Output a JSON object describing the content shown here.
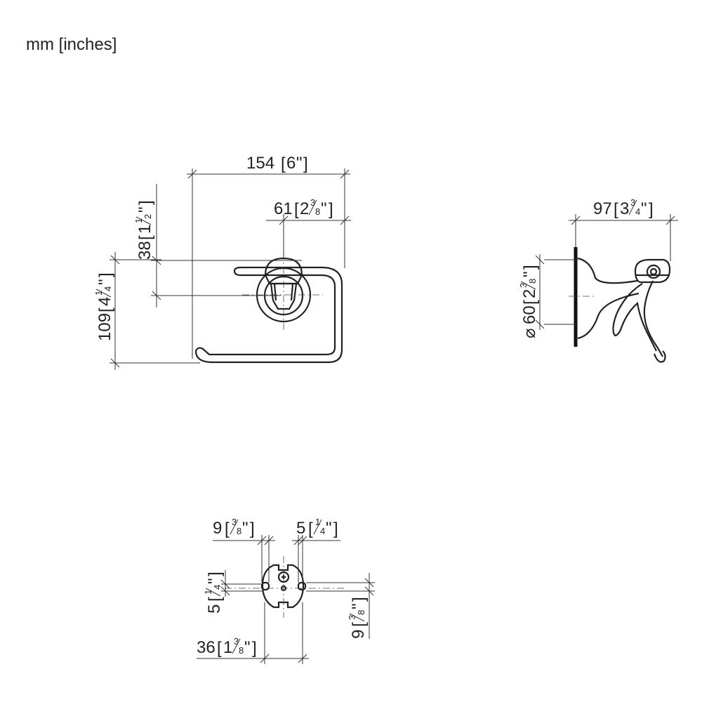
{
  "unit_label": "mm [inches]",
  "front_view": {
    "width": {
      "mm": "154",
      "whole": "6",
      "num": "",
      "den": "",
      "inch": "\""
    },
    "center_to_end": {
      "mm": "61",
      "whole": "2",
      "num": "3",
      "den": "8",
      "inch": "\""
    },
    "offset_height": {
      "mm": "38",
      "whole": "1",
      "num": "1",
      "den": "2",
      "inch": "\""
    },
    "height": {
      "mm": "109",
      "whole": "4",
      "num": "1",
      "den": "4",
      "inch": "\""
    }
  },
  "side_view": {
    "projection": {
      "mm": "97",
      "whole": "3",
      "num": "3",
      "den": "4",
      "inch": "\""
    },
    "rosette_diameter": {
      "symbol": "⌀",
      "mm": "60",
      "whole": "2",
      "num": "3",
      "den": "8",
      "inch": "\""
    }
  },
  "mounting_plate": {
    "slot_width": {
      "mm": "9",
      "num": "3",
      "den": "8",
      "inch": "\""
    },
    "hole_offset": {
      "mm": "5",
      "num": "1",
      "den": "4",
      "inch": "\""
    },
    "slot_height": {
      "mm": "5",
      "num": "1",
      "den": "4",
      "inch": "\""
    },
    "plate_height": {
      "mm": "9",
      "num": "3",
      "den": "8",
      "inch": "\""
    },
    "plate_width": {
      "mm": "36",
      "whole": "1",
      "num": "3",
      "den": "8",
      "inch": "\""
    }
  }
}
